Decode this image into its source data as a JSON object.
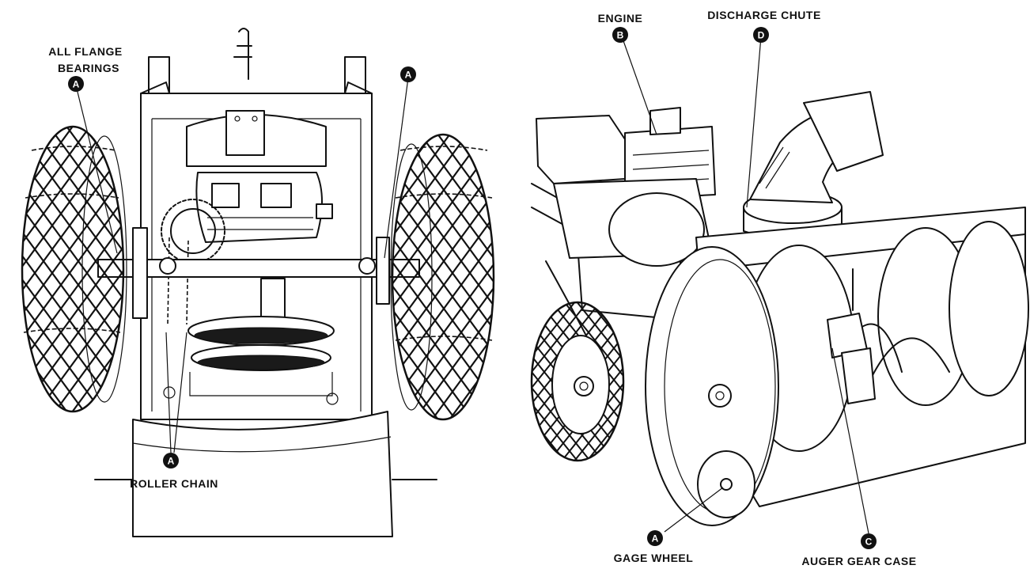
{
  "left_figure": {
    "labels": {
      "flange_line1": "ALL FLANGE",
      "flange_line2": "BEARINGS",
      "roller_chain": "ROLLER CHAIN"
    },
    "callouts": {
      "flange_left": "A",
      "flange_right": "A",
      "roller_chain": "A"
    }
  },
  "right_figure": {
    "labels": {
      "engine": "ENGINE",
      "discharge_chute": "DISCHARGE CHUTE",
      "gage_wheel": "GAGE WHEEL",
      "auger_gear_case": "AUGER GEAR CASE"
    },
    "callouts": {
      "engine": "B",
      "discharge_chute": "D",
      "gage_wheel": "A",
      "auger_gear_case": "C"
    }
  }
}
